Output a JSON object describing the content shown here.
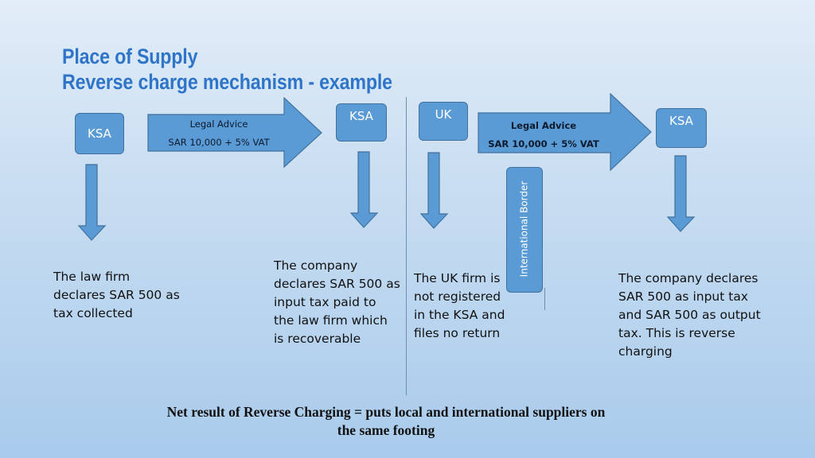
{
  "title": {
    "line1": "Place of Supply",
    "line2": "Reverse charge mechanism - example"
  },
  "boxes": {
    "ksa_law_firm": "KSA",
    "ksa_company_left": "KSA",
    "uk_firm": "UK",
    "ksa_company_right": "KSA"
  },
  "arrows": {
    "left": {
      "line1": "Legal Advice",
      "line2": "SAR 10,000 + 5% VAT"
    },
    "right": {
      "line1": "Legal Advice",
      "line2": "SAR 10,000 + 5% VAT"
    }
  },
  "international_border": "International Border",
  "descriptions": {
    "law_firm": [
      "The law firm",
      "declares SAR 500 as",
      "tax collected"
    ],
    "company_left": [
      "The company",
      "declares SAR 500 as",
      "input tax paid to",
      "the law firm which",
      "is recoverable"
    ],
    "uk_firm": [
      "The UK firm is",
      "not registered",
      "in the KSA and",
      "files no return"
    ],
    "company_right": [
      "The company declares",
      "SAR 500 as input tax",
      "and SAR 500 as output",
      "tax. This is reverse",
      "charging"
    ]
  },
  "footer": {
    "line1": "Net result of Reverse Charging = puts local and international suppliers on",
    "line2": "the same footing"
  },
  "colors": {
    "title": "#2e75c9",
    "shape_fill": "#5b9bd5",
    "shape_border": "#41719c"
  }
}
